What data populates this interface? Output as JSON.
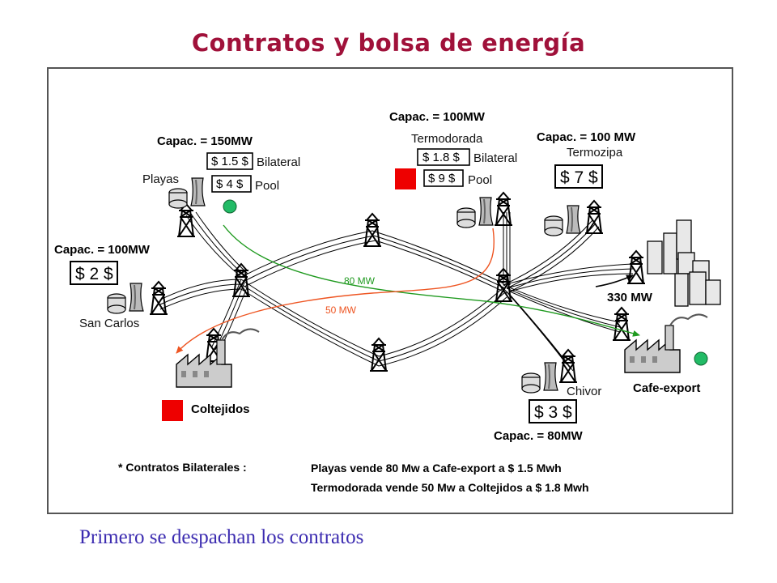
{
  "title": "Contratos y bolsa de energía",
  "footer": "Primero se despachan los contratos",
  "nodes": {
    "playas": {
      "name": "Playas",
      "capacity": "Capac. = 150MW",
      "bilateral_price": "$ 1.5 $",
      "bilateral_label": "Bilateral",
      "pool_price": "$ 4 $",
      "pool_label": "Pool"
    },
    "termodorada": {
      "name": "Termodorada",
      "capacity": "Capac. = 100MW",
      "bilateral_price": "$ 1.8 $",
      "bilateral_label": "Bilateral",
      "pool_price": "$ 9 $",
      "pool_label": "Pool"
    },
    "termozipa": {
      "name": "Termozipa",
      "capacity": "Capac. = 100 MW",
      "price": "$ 7 $"
    },
    "san_carlos": {
      "name": "San Carlos",
      "capacity": "Capac. = 100MW",
      "price": "$ 2 $"
    },
    "chivor": {
      "name": "Chivor",
      "capacity": "Capac. = 80MW",
      "price": "$ 3 $"
    },
    "coltejidos": {
      "name": "Coltejidos"
    },
    "cafe_export": {
      "name": "Cafe-export"
    },
    "city": {
      "demand": "330 MW"
    }
  },
  "flows": {
    "green": "80 MW",
    "orange": "50 MW"
  },
  "colors": {
    "green_flow": "#1f9a1f",
    "orange_flow": "#ee5522",
    "title": "#a0113a",
    "footer": "#3b2bb0",
    "marker_red": "#ee0000",
    "marker_green": "#22bb66"
  },
  "notes": {
    "heading": "*   Contratos Bilaterales  :",
    "line1": "Playas vende 80 Mw a Cafe-export a $ 1.5 Mwh",
    "line2": "Termodorada vende 50 Mw a Coltejidos a $ 1.8 Mwh"
  }
}
